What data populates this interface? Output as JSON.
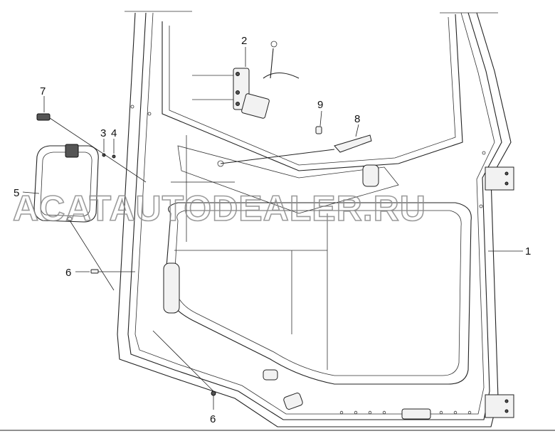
{
  "watermark": "ACATAUTODEALER.RU",
  "callouts": {
    "c1": "1",
    "c2": "2",
    "c3": "3",
    "c4": "4",
    "c5": "5",
    "c6a": "6",
    "c6b": "6",
    "c7": "7",
    "c8": "8",
    "c9": "9"
  }
}
